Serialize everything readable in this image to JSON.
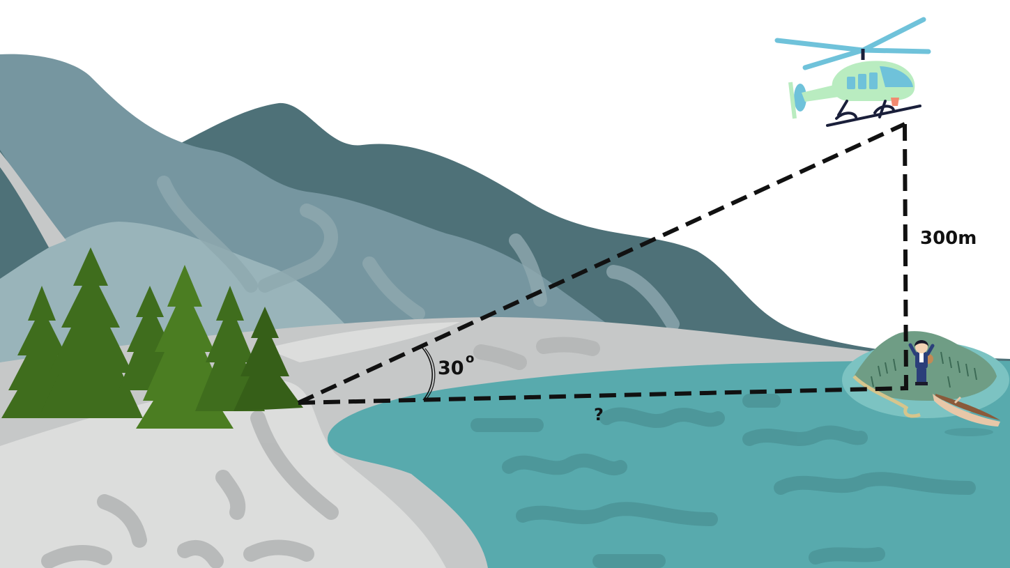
{
  "diagram": {
    "angle_label": "30",
    "angle_degree_mark": "o",
    "height_label": "300m",
    "unknown_label": "?"
  },
  "illustration": {
    "elements": [
      "mountains",
      "pine-trees",
      "lake",
      "island",
      "boy",
      "rowboat",
      "helicopter"
    ]
  },
  "colors": {
    "sky": "#ffffff",
    "mountain_back": "#4e7178",
    "mountain_front": "#7696a0",
    "hill_light": "#99b4ba",
    "snow": "#c6c8c8",
    "beach": "#dcdddc",
    "water": "#58aaad",
    "tree": "#3f6d1d",
    "helicopter_body": "#b9ecc0",
    "helicopter_glass": "#6fc2da",
    "dash_line": "#111111"
  }
}
